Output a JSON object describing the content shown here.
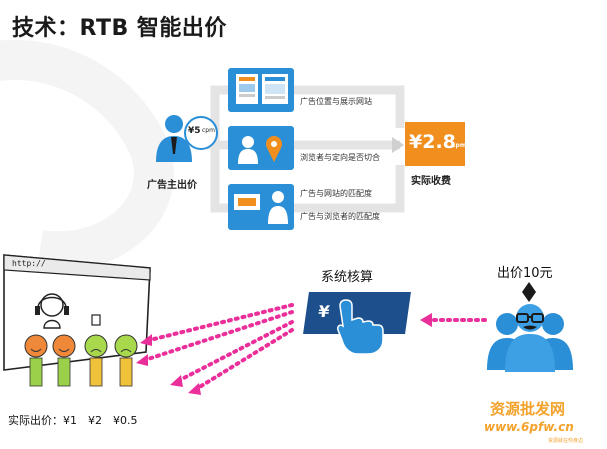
{
  "title": "技术：RTB 智能出价",
  "advertiser": {
    "bid_badge": "¥5",
    "bid_badge_unit": "cpm",
    "label": "广告主出价"
  },
  "matching": [
    {
      "label": "广告位置与展示网站"
    },
    {
      "label": "浏览者与定向是否切合"
    },
    {
      "label": "广告与网站的匹配度"
    },
    {
      "label": "广告与浏览者的匹配度"
    }
  ],
  "result": {
    "price": "¥2.8",
    "unit": "cpm",
    "label": "实际收费"
  },
  "system": {
    "label": "系统核算",
    "currency_glyph": "¥"
  },
  "bidder": {
    "label": "出价10元"
  },
  "browser": {
    "address": "http://"
  },
  "actual_bids": "实际出价：¥1　¥2　¥0.5",
  "watermark": {
    "line1": "资源批发网",
    "line2": "www.6pfw.cn",
    "line3": "资源就在你身边"
  },
  "colors": {
    "accent_blue": "#2a8fd6",
    "orange": "#f08e1e",
    "dot_magenta": "#ea2f9a",
    "flow_grey": "#e4e4e4"
  }
}
